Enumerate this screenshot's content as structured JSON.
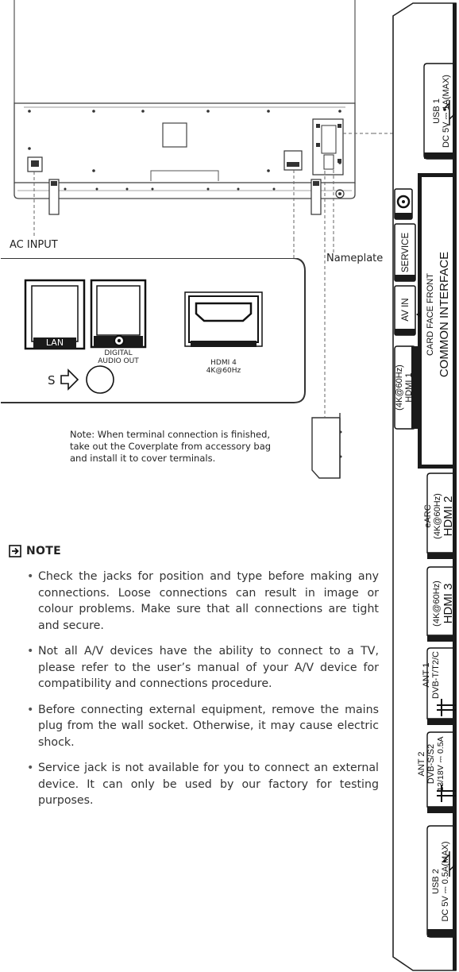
{
  "labels": {
    "ac_input": "AC INPUT",
    "nameplate": "Nameplate",
    "lan": "LAN",
    "digital_audio_1": "DIGITAL",
    "digital_audio_2": "AUDIO OUT",
    "hdmi4_1": "HDMI 4",
    "hdmi4_2": "4K@60Hz",
    "s_symbol": "S"
  },
  "coverplate_note": {
    "line1": "Note: When terminal connection is finished,",
    "line2": "take out the Coverplate from accessory bag",
    "line3": "and install it to cover terminals."
  },
  "note": {
    "title": "NOTE",
    "items": [
      "Check the jacks for position and type before making any connections. Loose connections can result in image or colour problems. Make sure that all connections are tight and secure.",
      "Not all A/V devices have the ability to connect to a TV, please refer to the user’s manual of your A/V device for compatibility and connections procedure.",
      "Before connecting external equipment, remove the mains plug from the wall socket. Otherwise, it may cause electric shock.",
      "Service jack is not available for you to connect an external device. It can only be used by our factory for testing purposes."
    ]
  },
  "side_ports": {
    "usb1_1": "USB 1",
    "usb1_2": "DC 5V ⎓ 1A(MAX)",
    "service": "SERVICE",
    "av_in": "AV IN",
    "ci_1": "CARD FACE FRONT",
    "ci_2": "COMMON INTERFACE",
    "hdmi1_1": "(4K@60Hz)",
    "hdmi1_2": "HDMI 1",
    "hdmi2_1": "eARC",
    "hdmi2_2": "(4K@60Hz)",
    "hdmi2_3": "HDMI 2",
    "hdmi3_1": "(4K@60Hz)",
    "hdmi3_2": "HDMI 3",
    "ant1_1": "ANT 1",
    "ant1_2": "DVB-T/T2/C",
    "ant2_1": "ANT 2",
    "ant2_2": "DVB-S/S2",
    "ant2_3": "13/18V ⎓ 0.5A",
    "usb2_1": "USB 2",
    "usb2_2": "DC 5V ⎓ 0.5A(MAX)"
  }
}
